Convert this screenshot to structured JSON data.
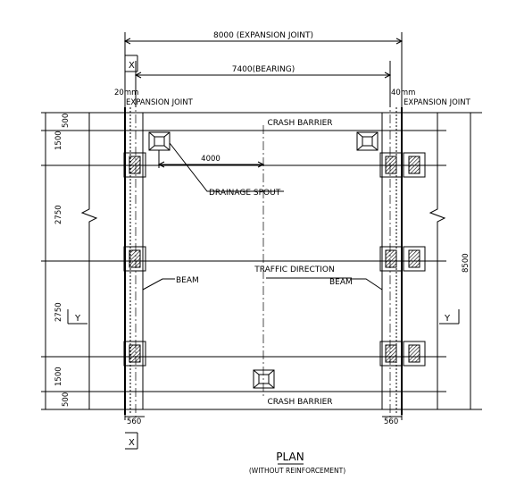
{
  "drawing": {
    "title": "PLAN",
    "subtitle": "(WITHOUT REINFORCEMENT)",
    "dims": {
      "overall": "8000 (EXPANSION JOINT)",
      "bearing": "7400(BEARING)",
      "gap_left": "20mm",
      "gap_right": "40mm",
      "offset": "4000",
      "height_total": "8500",
      "v_500_top": "500",
      "v_1500_top": "1500",
      "v_2750_a": "2750",
      "v_2750_b": "2750",
      "v_1500_bot": "1500",
      "v_500_bot": "500",
      "bottom_left": "560",
      "bottom_right": "560"
    },
    "labels": {
      "expansion_left": "EXPANSION JOINT",
      "expansion_right": "EXPANSION JOINT",
      "crash_top": "CRASH BARRIER",
      "crash_bottom": "CRASH BARRIER",
      "drainage": "DRAINAGE SPOUT",
      "traffic": "TRAFFIC DIRECTION",
      "beam_left": "BEAM",
      "beam_right": "BEAM",
      "section_x_top": "X",
      "section_x_bottom": "X",
      "section_y_left": "Y",
      "section_y_right": "Y"
    }
  }
}
